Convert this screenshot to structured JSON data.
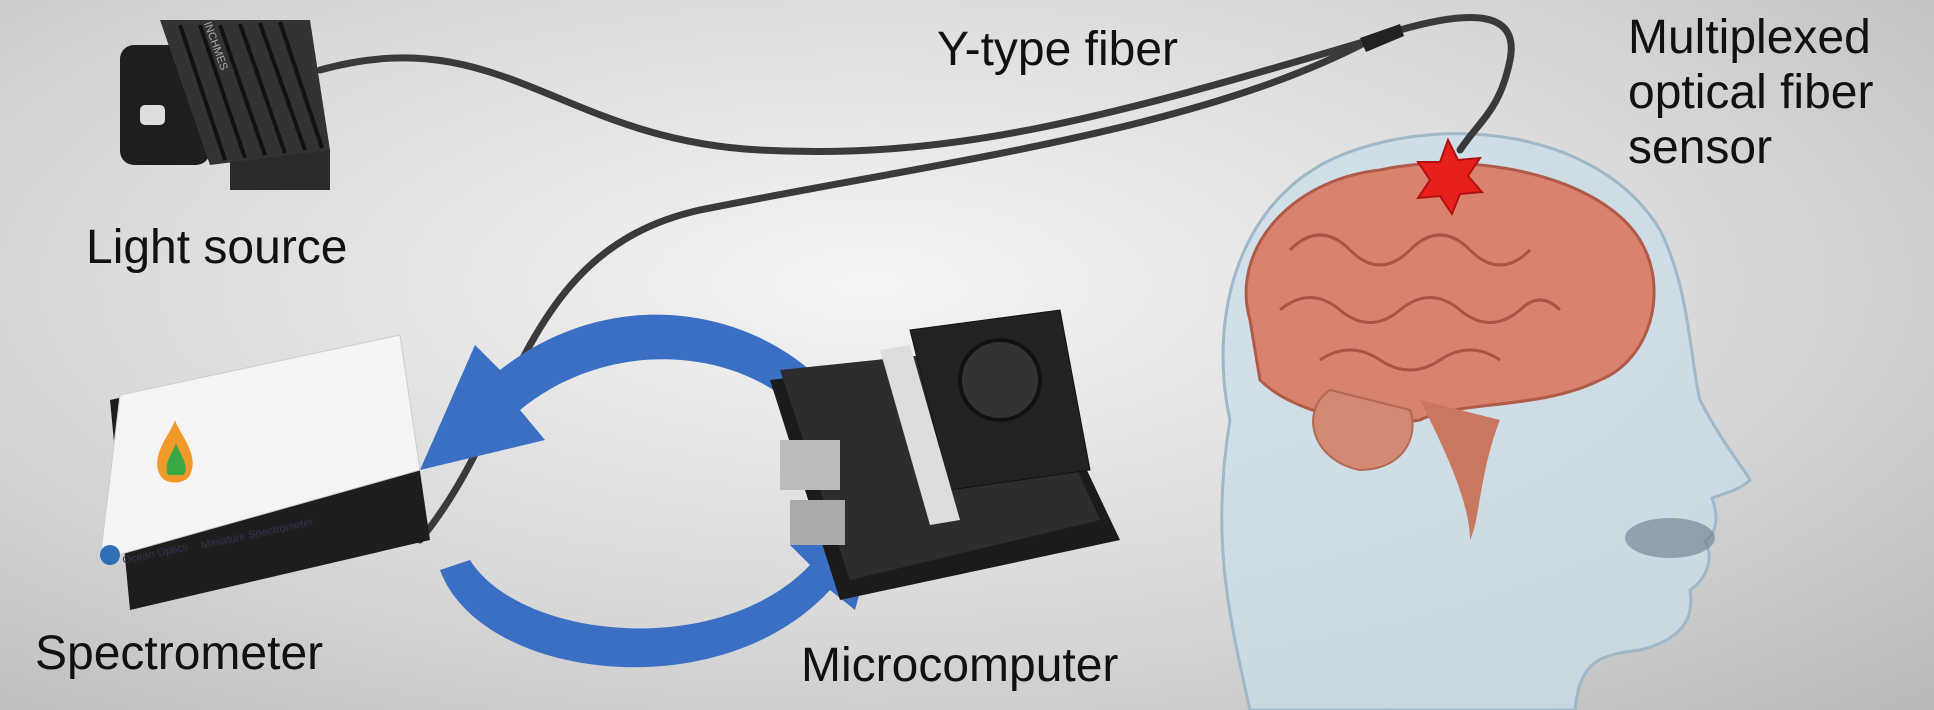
{
  "labels": {
    "light_source": "Light source",
    "y_fiber": "Y-type fiber",
    "sensor_line1": "Multiplexed",
    "sensor_line2": "optical fiber",
    "sensor_line3": "sensor",
    "spectrometer": "Spectrometer",
    "microcomputer": "Microcomputer"
  },
  "device_text": {
    "light_source_brand": "INCHMES",
    "spectrometer_brand": "Ocean Optics",
    "spectrometer_model": "Miniature Spectrometer"
  },
  "colors": {
    "arrow": "#3a6fc4",
    "fiber": "#3a3a3a",
    "brain": "#d9826e",
    "sensor_star": "#e8201c",
    "head": "#c9dde8"
  }
}
